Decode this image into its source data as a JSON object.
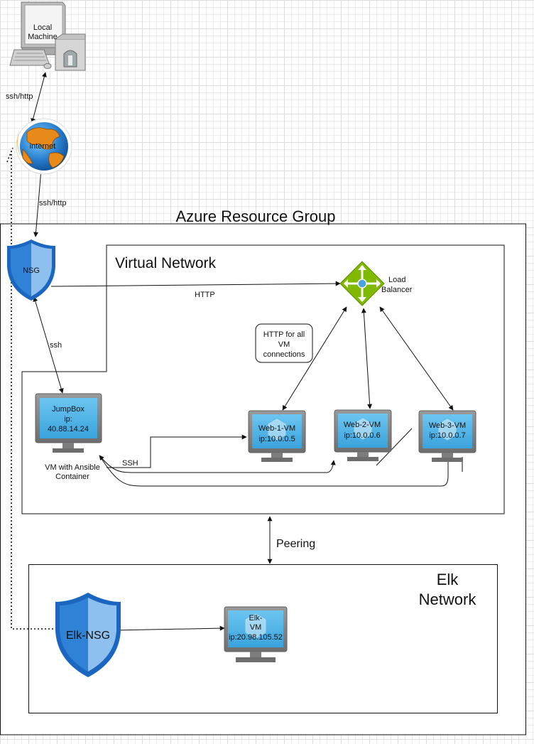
{
  "resource_group": {
    "title": "Azure Resource Group"
  },
  "virtual_network": {
    "title": "Virtual Network"
  },
  "elk_network": {
    "title_line1": "Elk",
    "title_line2": "Network"
  },
  "local_machine": {
    "line1": "Local",
    "line2": "Machine"
  },
  "internet": {
    "label": "internet"
  },
  "nsg": {
    "label": "NSG"
  },
  "elk_nsg": {
    "label": "Elk-NSG"
  },
  "load_balancer": {
    "line1": "Load",
    "line2": "Balancer"
  },
  "jumpbox": {
    "name": "JumpBox",
    "ip_line1": "ip:",
    "ip_line2": "40.88.14.24",
    "caption_line1": "VM with Ansible",
    "caption_line2": "Container"
  },
  "web1": {
    "name": "Web-1-VM",
    "ip": "ip:10.0.0.5"
  },
  "web2": {
    "name": "Web-2-VM",
    "ip": "ip:10.0.0.6"
  },
  "web3": {
    "name": "Web-3-VM",
    "ip": "ip:10.0.0.7"
  },
  "elk_vm": {
    "line1": "Elk-",
    "line2": "VM",
    "ip": "ip:20.98.105.52"
  },
  "edges": {
    "local_to_internet": "ssh/http",
    "internet_to_nsg": "ssh/http",
    "nsg_to_lb": "HTTP",
    "nsg_to_jumpbox": "ssh",
    "jumpbox_to_webs": "SSH",
    "peering": "Peering"
  },
  "note": {
    "line1": "HTTP for all",
    "line2": "VM",
    "line3": "connections"
  },
  "colors": {
    "azure_blue": "#1c6fc4",
    "azure_light": "#5ea0ef",
    "shield_light": "#a8cdf0",
    "monitor_grey": "#8b8b8b",
    "lb_green": "#7fba00",
    "screen_cyan": "#50b4e6"
  }
}
